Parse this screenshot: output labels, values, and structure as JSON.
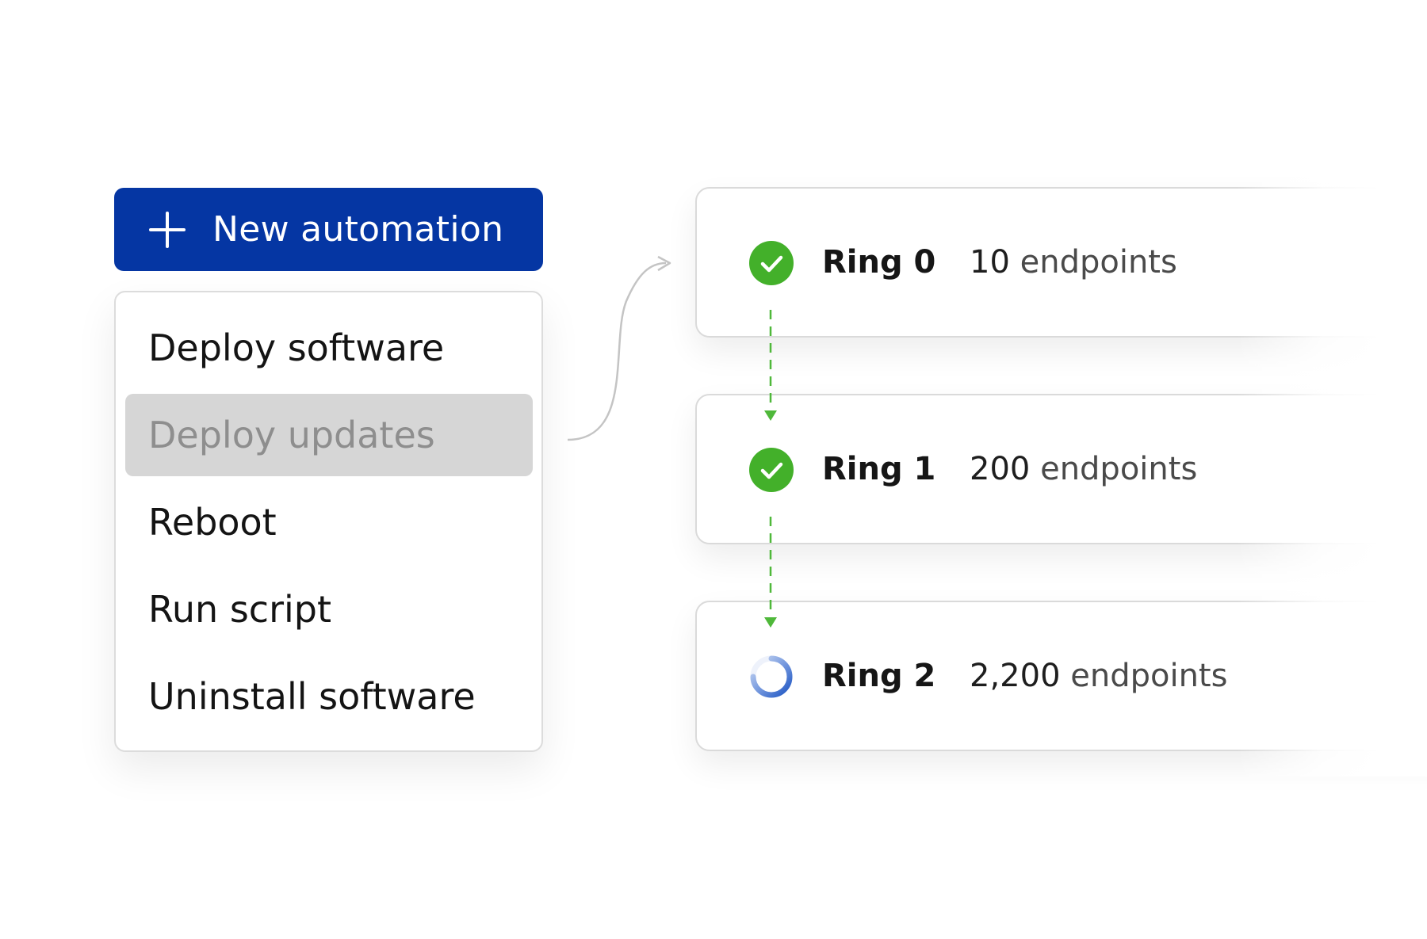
{
  "button": {
    "label": "New automation",
    "icon": "plus-icon",
    "color": "#0536a3"
  },
  "menu": {
    "items": [
      {
        "label": "Deploy software",
        "active": false
      },
      {
        "label": "Deploy updates",
        "active": true
      },
      {
        "label": "Reboot",
        "active": false
      },
      {
        "label": "Run script",
        "active": false
      },
      {
        "label": "Uninstall software",
        "active": false
      }
    ]
  },
  "rings": [
    {
      "name": "Ring 0",
      "count": "10",
      "unit": "endpoints",
      "status": "complete",
      "icon": "check-circle-icon"
    },
    {
      "name": "Ring 1",
      "count": "200",
      "unit": "endpoints",
      "status": "complete",
      "icon": "check-circle-icon"
    },
    {
      "name": "Ring 2",
      "count": "2,200",
      "unit": "endpoints",
      "status": "in-progress",
      "icon": "spinner-icon"
    }
  ],
  "colors": {
    "success": "#43b02a",
    "progress": "#1f56c3",
    "connector": "#4fb83a"
  }
}
